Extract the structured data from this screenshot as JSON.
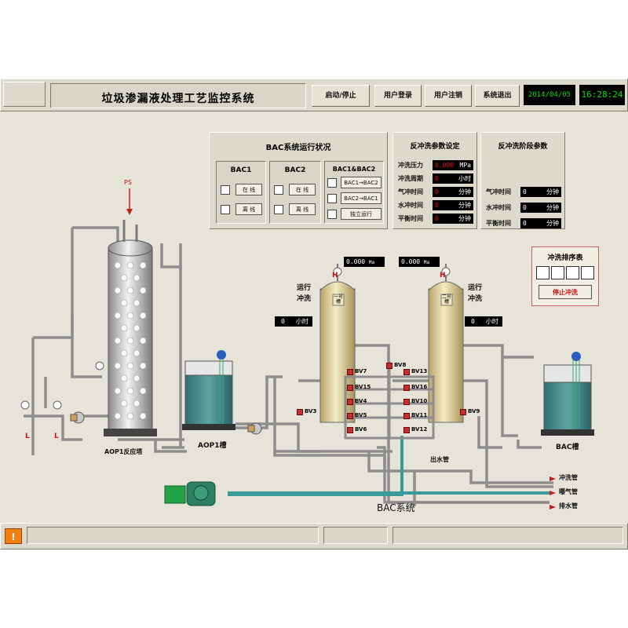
{
  "title": "垃圾渗漏液处理工艺监控系统",
  "toolbar": {
    "start_stop": "启动/停止",
    "login": "用户登录",
    "logout": "用户注销",
    "exit": "系统退出",
    "date": "2014/04/05",
    "time": "16:28:24"
  },
  "bac_status": {
    "title": "BAC系统运行状况",
    "groups": [
      {
        "name": "BAC1",
        "options": [
          "在 线",
          "离 线"
        ]
      },
      {
        "name": "BAC2",
        "options": [
          "在 线",
          "离 线"
        ]
      },
      {
        "name": "BAC1&BAC2",
        "options": [
          "BAC1→BAC2",
          "BAC2→BAC1",
          "独立运行"
        ]
      }
    ]
  },
  "backwash_params": {
    "title": "反冲洗参数设定",
    "rows": [
      {
        "label": "冲洗压力",
        "value": "0.000",
        "unit": "MPa"
      },
      {
        "label": "冲洗周期",
        "value": "0",
        "unit": "小时"
      },
      {
        "label": "气冲时间",
        "value": "0",
        "unit": "分钟"
      },
      {
        "label": "水冲时间",
        "value": "0",
        "unit": "分钟"
      },
      {
        "label": "平衡时间",
        "value": "0",
        "unit": "分钟"
      }
    ]
  },
  "backwash_stage": {
    "title": "反冲洗阶段参数",
    "rows": [
      {
        "label": "气冲时间",
        "value": "0",
        "unit": "分钟"
      },
      {
        "label": "水冲时间",
        "value": "0",
        "unit": "分钟"
      },
      {
        "label": "平衡时间",
        "value": "0",
        "unit": "分钟"
      }
    ]
  },
  "flush_queue": {
    "title": "冲洗排序表",
    "stop_button": "停止冲洗"
  },
  "process": {
    "ps_label": "PS",
    "aop1_tower": "AOP1反应塔",
    "aop1_tank": "AOP1槽",
    "bac_tank": "BAC槽",
    "bac_system": "BAC系统",
    "outlet_pipe": "出水管",
    "flush_pipe": "冲洗管",
    "aeration_pipe": "曝气管",
    "drain_pipe": "排水管",
    "tank1": "一号槽",
    "tank2": "二号槽",
    "tank1_pressure": "0.000",
    "tank2_pressure": "0.000",
    "pressure_unit": "Ma",
    "tank1_status": [
      "运行",
      "冲洗"
    ],
    "tank2_status": [
      "运行",
      "冲洗"
    ],
    "tank1_hours": "0",
    "tank2_hours": "0",
    "hour_unit": "小时",
    "level_h": "H",
    "level_l": "L",
    "valves": [
      "BV8",
      "BV7",
      "BV13",
      "BV15",
      "BV16",
      "BV4",
      "BV10",
      "BV3",
      "BV9",
      "BV5",
      "BV11",
      "BV6",
      "BV12"
    ]
  },
  "alarm_icon": "alarm-icon"
}
